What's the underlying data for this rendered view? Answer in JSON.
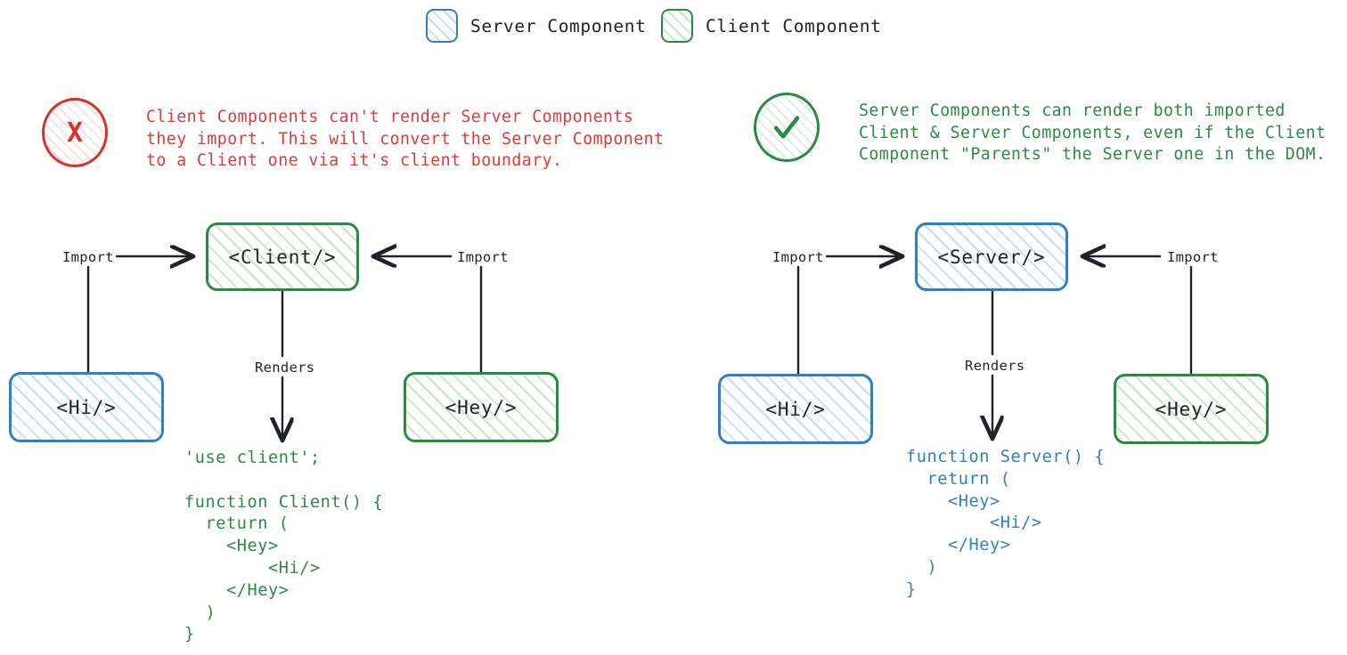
{
  "legend": {
    "items": [
      {
        "label": "Server Component",
        "icon": "server-component-swatch",
        "kind": "server",
        "color": "#2f7fc4"
      },
      {
        "label": "Client Component",
        "icon": "client-component-swatch",
        "kind": "client",
        "color": "#2a8a43"
      }
    ]
  },
  "colors": {
    "server_blue": "#2f7fc4",
    "client_green": "#2a8a43",
    "error_red": "#d8322e",
    "edge_black": "#1f2328",
    "background": "#ffffff"
  },
  "panels": {
    "left": {
      "badge": {
        "icon": "x-mark-icon",
        "glyph": "X",
        "state": "error"
      },
      "callout": "Client Components can't render Server Components\nthey import. This will convert the Server Component\nto a Client one via it's client boundary.",
      "nodes": {
        "root": {
          "label": "<Client/>",
          "kind": "client"
        },
        "left_child": {
          "label": "<Hi/>",
          "kind": "server"
        },
        "right_child": {
          "label": "<Hey/>",
          "kind": "client"
        }
      },
      "edges": {
        "import_left": "Import",
        "import_right": "Import",
        "renders": "Renders"
      },
      "code": "'use client';\n\nfunction Client() {\n  return (\n    <Hey>\n        <Hi/>\n    </Hey>\n  )\n}"
    },
    "right": {
      "badge": {
        "icon": "check-mark-icon",
        "glyph": "✓",
        "state": "success"
      },
      "callout": "Server Components can render both imported\nClient & Server Components, even if the Client\nComponent \"Parents\" the Server one in the DOM.",
      "nodes": {
        "root": {
          "label": "<Server/>",
          "kind": "server"
        },
        "left_child": {
          "label": "<Hi/>",
          "kind": "server"
        },
        "right_child": {
          "label": "<Hey/>",
          "kind": "client"
        }
      },
      "edges": {
        "import_left": "Import",
        "import_right": "Import",
        "renders": "Renders"
      },
      "code": "function Server() {\n  return (\n    <Hey>\n        <Hi/>\n    </Hey>\n  )\n}"
    }
  }
}
